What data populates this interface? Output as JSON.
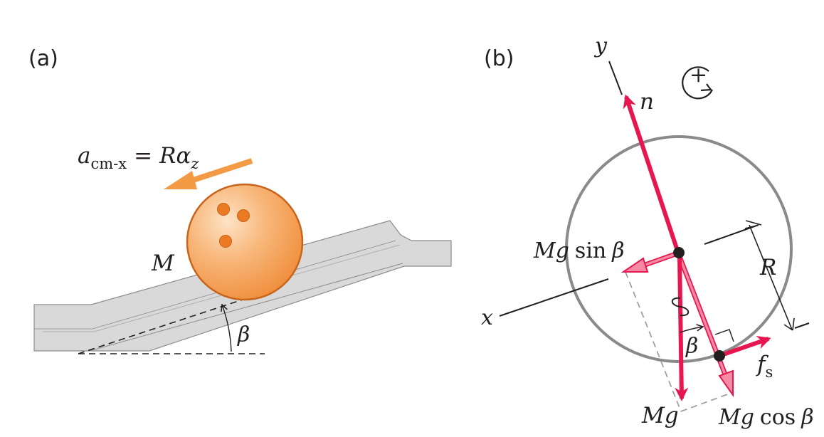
{
  "panel_a": {
    "label": "(a)",
    "acceleration": {
      "a": "a",
      "sub": "cm-x",
      "equals": "=",
      "R": "R",
      "alpha": "α",
      "z": "z"
    },
    "mass": "M",
    "angle": "β"
  },
  "panel_b": {
    "label": "(b)",
    "axis_y": "y",
    "axis_x": "x",
    "normal_force": "n",
    "rotation_sign": "+",
    "radius": "R",
    "mg_sin": {
      "Mg": "Mg",
      "func": "sin",
      "beta": "β"
    },
    "mg_cos": {
      "Mg": "Mg",
      "func": "cos",
      "beta": "β"
    },
    "weight": "Mg",
    "friction": {
      "f": "f",
      "sub": "s"
    },
    "angle": "β"
  },
  "colors": {
    "force_arrow": "#e8164f",
    "component_arrow": "#f48ba3",
    "acceleration_arrow": "#f29a44",
    "ball_fill": "#f5a662",
    "ball_stroke": "#c8641c",
    "ball_hole": "#ec7a23",
    "track": "#d9d9d9",
    "circle": "#8a8a8a"
  }
}
